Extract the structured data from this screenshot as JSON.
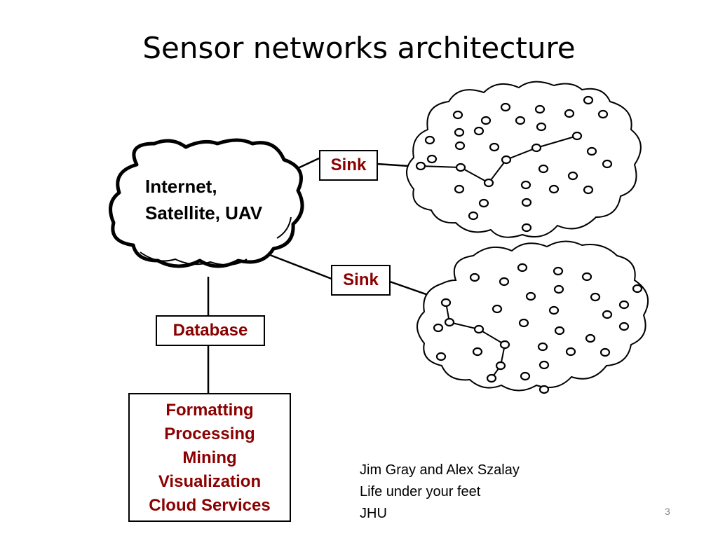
{
  "slide": {
    "title": "Sensor networks architecture",
    "page_number": "3"
  },
  "cloud": {
    "label_line1": "Internet,",
    "label_line2": "Satellite, UAV"
  },
  "sinks": [
    "Sink",
    "Sink"
  ],
  "database": {
    "label": "Database"
  },
  "processing": {
    "lines": [
      "Formatting",
      "Processing",
      "Mining",
      "Visualization",
      "Cloud Services"
    ]
  },
  "credit": {
    "lines": [
      "Jim Gray and Alex Szalay",
      "Life under your feet",
      "JHU"
    ]
  },
  "colors": {
    "box_text": "#8b0000",
    "line": "#000000"
  }
}
